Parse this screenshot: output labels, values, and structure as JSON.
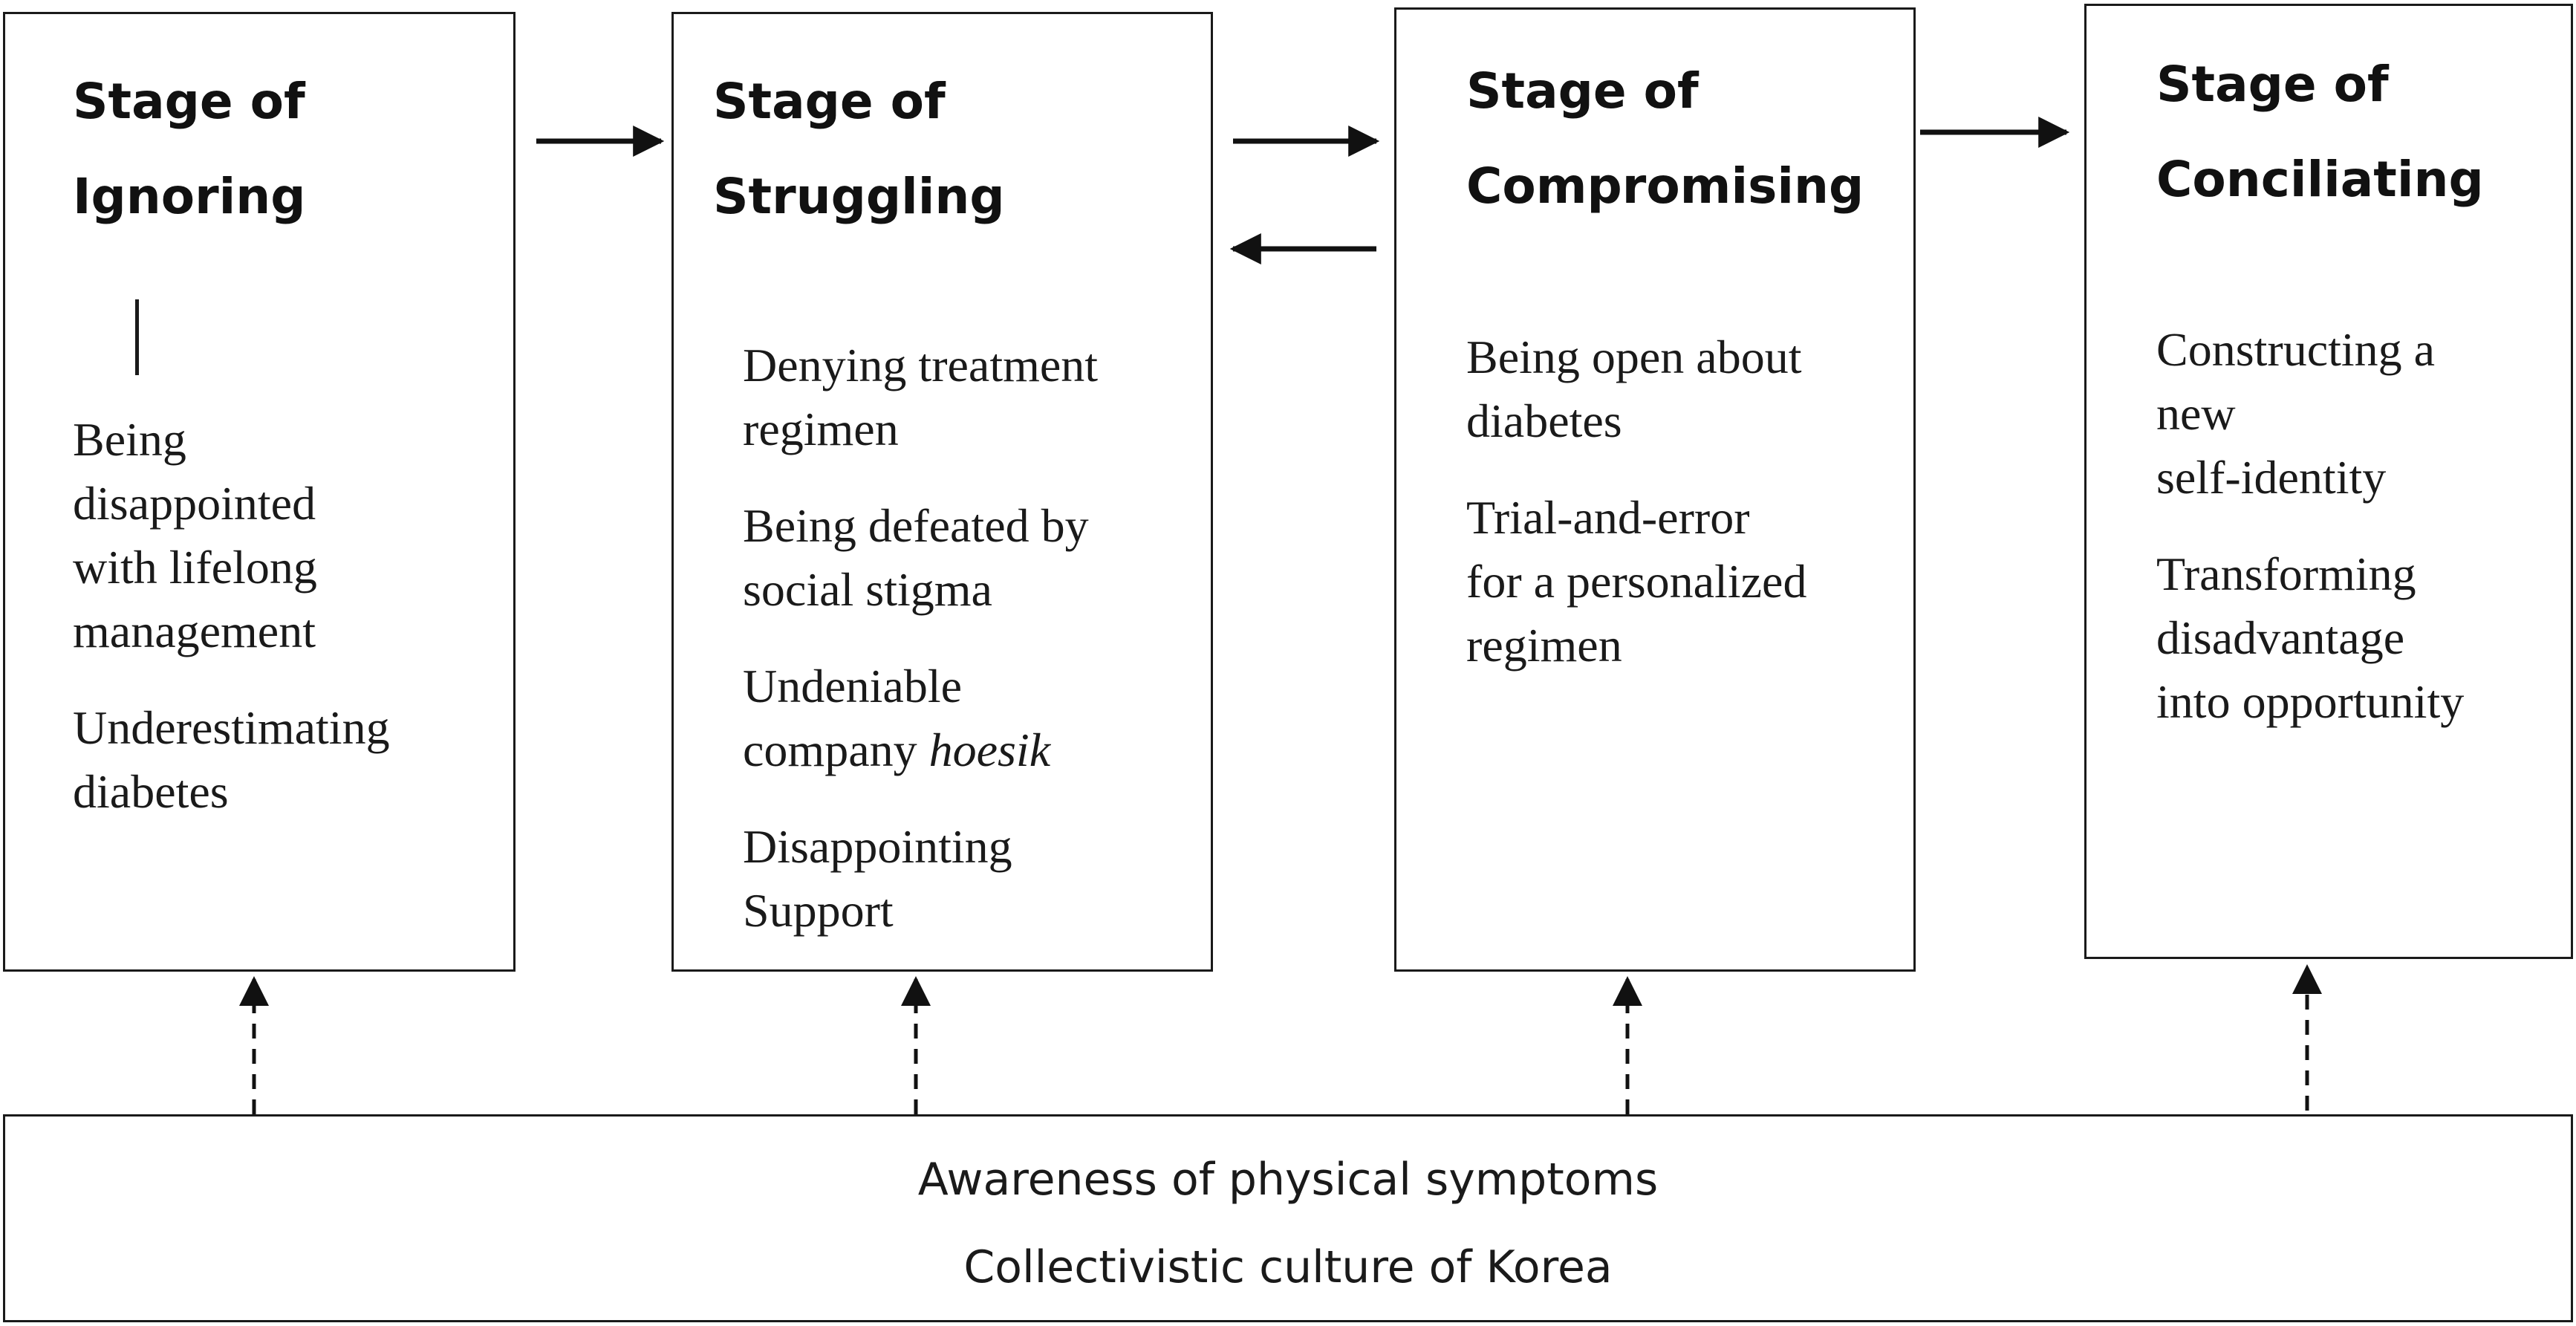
{
  "stages": [
    {
      "title": "Stage of\nIgnoring",
      "items": [
        "Being\ndisappointed\nwith lifelong\nmanagement",
        "Underestimating\ndiabetes"
      ]
    },
    {
      "title": "Stage of\nStruggling",
      "items": [
        "Denying treatment\nregimen",
        "Being defeated by\nsocial stigma",
        "Undeniable\ncompany ",
        "Disappointing\nSupport"
      ],
      "italic_term": "hoesik"
    },
    {
      "title": "Stage of\nCompromising",
      "items": [
        "Being open about\ndiabetes",
        "Trial-and-error\nfor a personalized\nregimen"
      ]
    },
    {
      "title": "Stage of\nConciliating",
      "items": [
        "Constructing a\nnew\nself-identity",
        "Transforming\ndisadvantage\ninto opportunity"
      ]
    }
  ],
  "context": {
    "line1": "Awareness of physical symptoms",
    "line2": "Collectivistic culture of Korea"
  },
  "colors": {
    "stroke": "#1a1a1a",
    "background": "#ffffff"
  }
}
